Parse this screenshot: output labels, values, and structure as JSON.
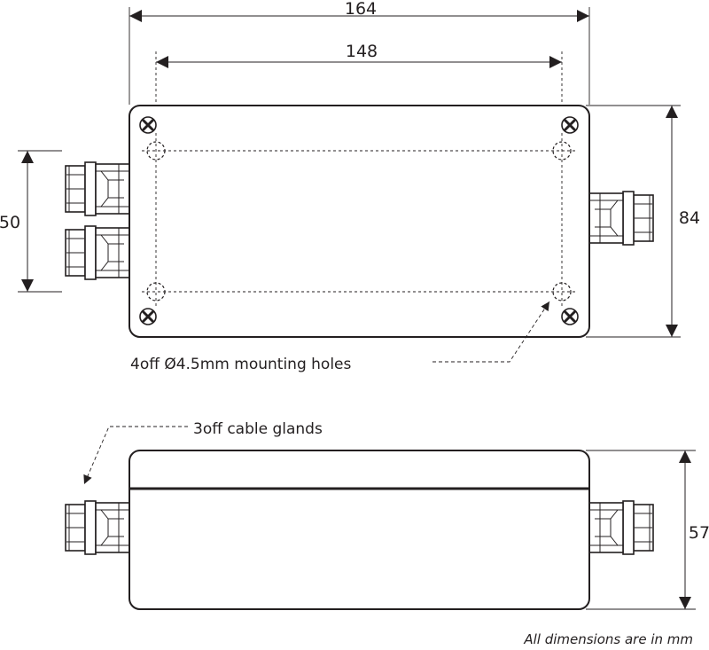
{
  "dimensions": {
    "overall_width": "164",
    "hole_spacing_width": "148",
    "hole_spacing_height": "50",
    "overall_height": "84",
    "depth": "57"
  },
  "notes": {
    "mounting_holes": "4off Ø4.5mm mounting holes",
    "cable_glands": "3off cable glands",
    "units": "All dimensions are in mm"
  },
  "colors": {
    "line": "#231f20",
    "background": "#ffffff"
  }
}
